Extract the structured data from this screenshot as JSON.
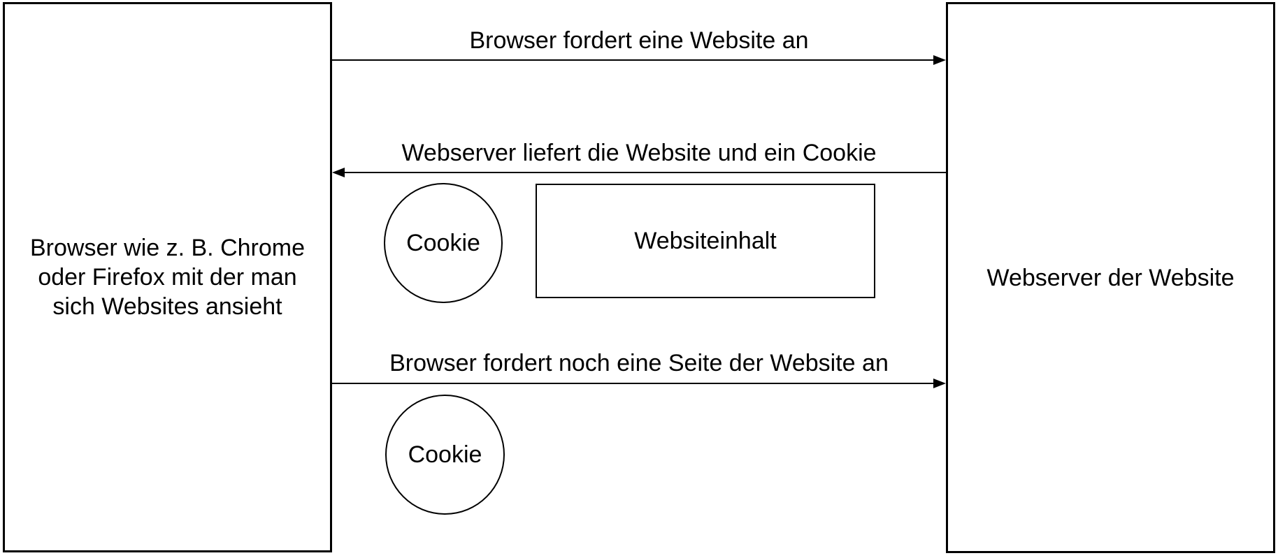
{
  "diagram": {
    "colors": {
      "background": "#ffffff",
      "stroke": "#000000",
      "text": "#000000"
    },
    "browser_box": {
      "lines": [
        "Browser wie z. B. Chrome",
        "oder Firefox mit der man",
        "sich Websites ansieht"
      ]
    },
    "webserver_box": {
      "label": "Webserver der Website"
    },
    "arrows": [
      {
        "label": "Browser fordert eine Website an",
        "direction": "right"
      },
      {
        "label": "Webserver liefert die Website und ein Cookie",
        "direction": "left"
      },
      {
        "label": "Browser fordert noch eine Seite der Website an",
        "direction": "right"
      }
    ],
    "payloads": {
      "cookie_first": {
        "label": "Cookie"
      },
      "website_content": {
        "label": "Websiteinhalt"
      },
      "cookie_second": {
        "label": "Cookie"
      }
    }
  }
}
